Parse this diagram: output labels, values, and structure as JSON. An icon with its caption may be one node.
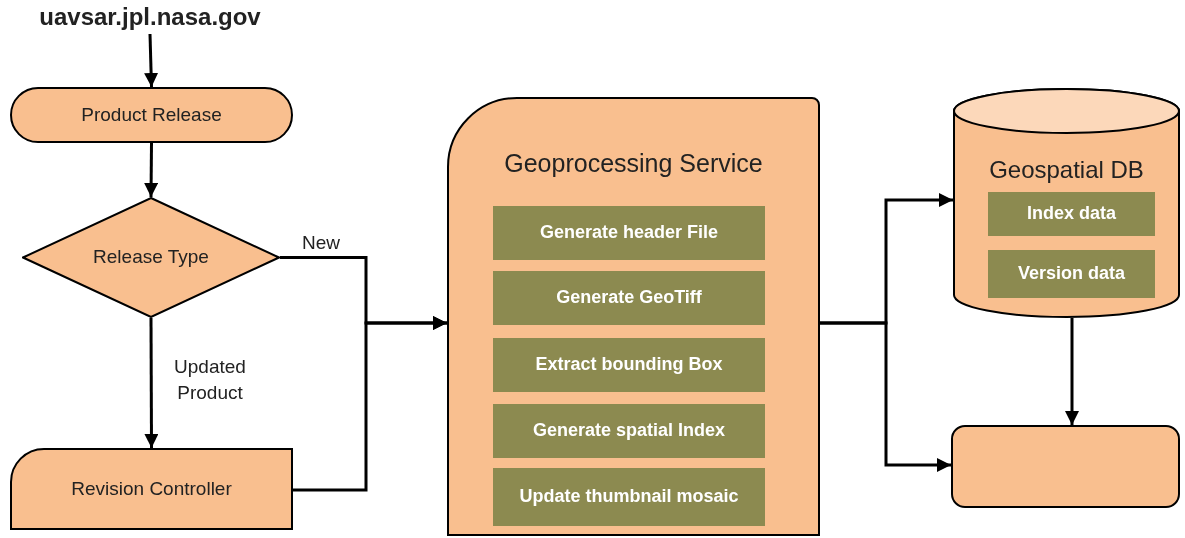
{
  "diagram": {
    "nodes": [
      {
        "text": [
          "uavsar.jpl.nasa.gov"
        ]
      },
      {
        "text": [
          "Product Release"
        ]
      },
      {
        "text": [
          "Release Type"
        ]
      },
      {
        "text": [
          "Revision Controller"
        ]
      },
      {
        "text": [
          "Geoprocessing Service"
        ]
      },
      {
        "text": [
          "Generate header File"
        ],
        "in": 4
      },
      {
        "text": [
          "Generate GeoTiff"
        ],
        "in": 4
      },
      {
        "text": [
          "Extract bounding Box"
        ],
        "in": 4
      },
      {
        "text": [
          "Generate spatial Index"
        ],
        "in": 4
      },
      {
        "text": [
          "Update thumbnail mosaic"
        ],
        "in": 4
      },
      {
        "text": [
          "Geospatial DB"
        ]
      },
      {
        "text": [
          "Index data"
        ],
        "in": 10
      },
      {
        "text": [
          "Version data"
        ],
        "in": 10
      },
      {
        "text": [],
        "shape": "box"
      }
    ],
    "edges": [
      {
        "from": 0,
        "to": 1,
        "arrow": "to"
      },
      {
        "from": 1,
        "to": 2,
        "arrow": "to"
      },
      {
        "from": 2,
        "to": 3,
        "arrow": "to",
        "label": "Updated Product"
      },
      {
        "from": 2,
        "to": 4,
        "arrow": "to",
        "label": "New"
      },
      {
        "from": 3,
        "to": 4,
        "arrow": "to"
      },
      {
        "from": 4,
        "to": 10,
        "arrow": "to"
      },
      {
        "from": 4,
        "to": 13,
        "arrow": "to"
      },
      {
        "from": 10,
        "to": 13,
        "arrow": "to"
      }
    ]
  }
}
